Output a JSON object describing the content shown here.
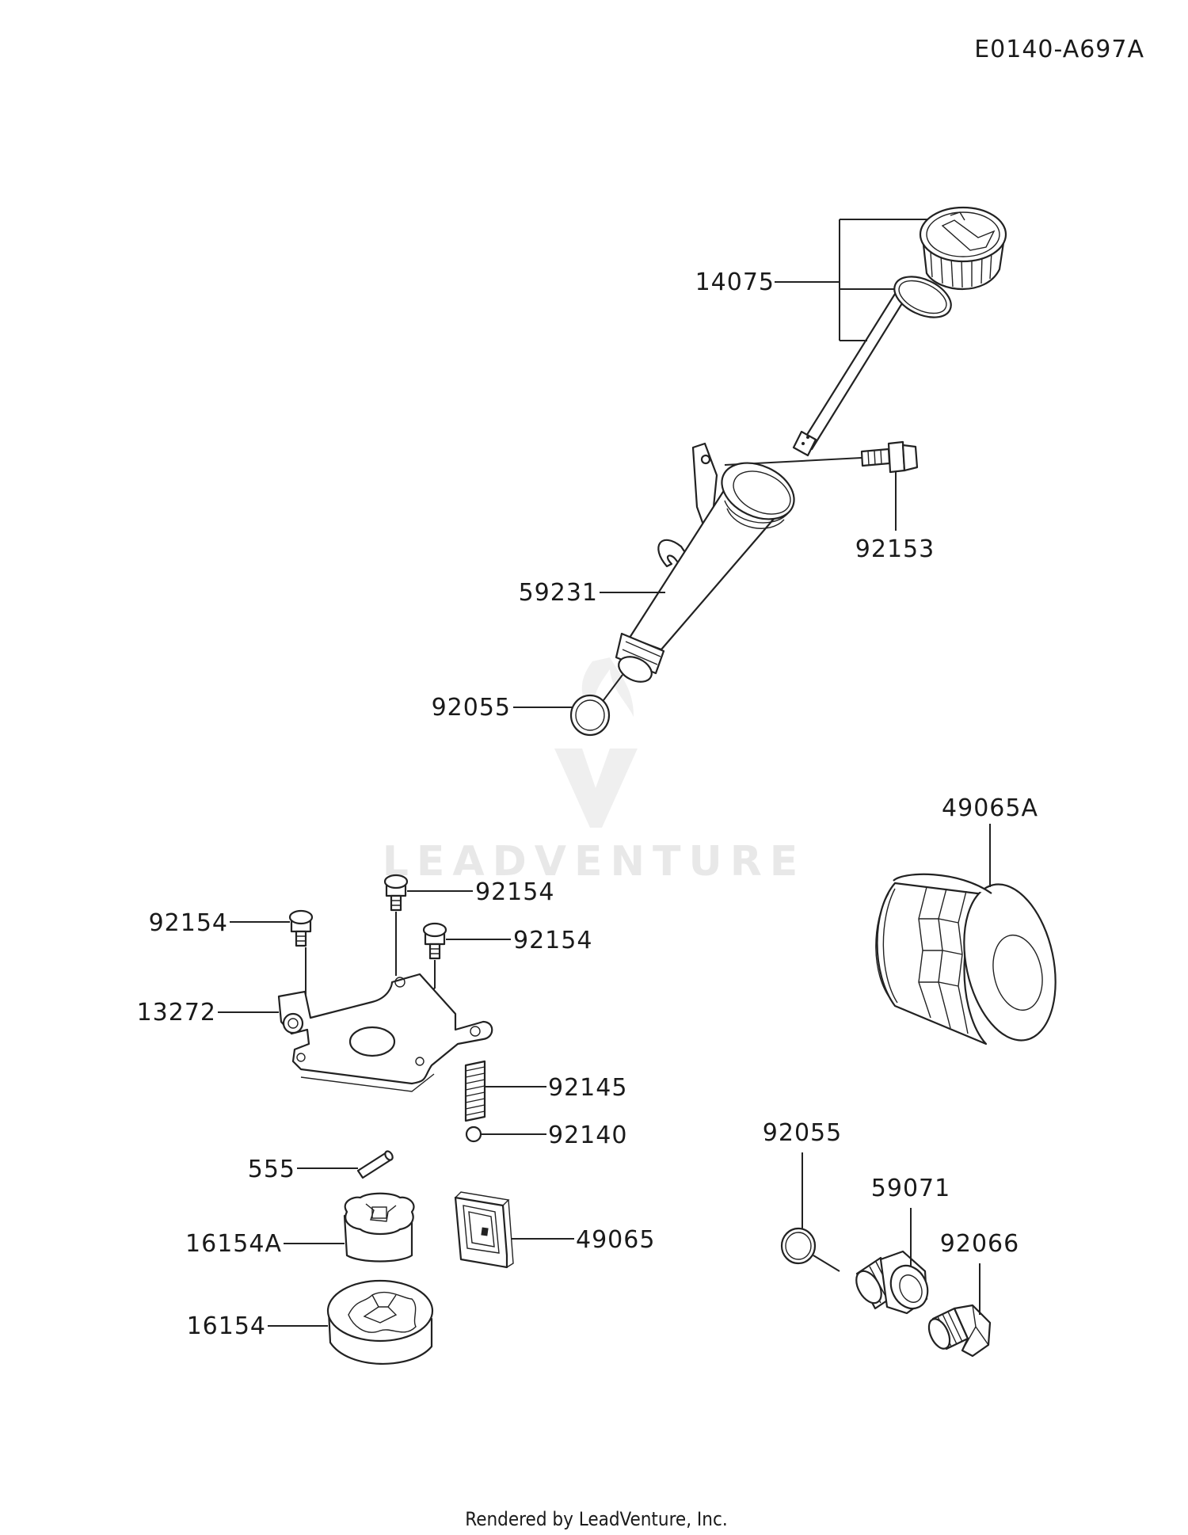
{
  "diagram_code": "E0140-A697A",
  "footer": "Rendered by LeadVenture, Inc.",
  "watermark": "LEADVENTURE",
  "parts": [
    {
      "id": "p14075",
      "label": "14075"
    },
    {
      "id": "p92153",
      "label": "92153"
    },
    {
      "id": "p59231",
      "label": "59231"
    },
    {
      "id": "p92055a",
      "label": "92055"
    },
    {
      "id": "p49065a",
      "label": "49065A"
    },
    {
      "id": "p92154a",
      "label": "92154"
    },
    {
      "id": "p92154b",
      "label": "92154"
    },
    {
      "id": "p92154c",
      "label": "92154"
    },
    {
      "id": "p13272",
      "label": "13272"
    },
    {
      "id": "p92145",
      "label": "92145"
    },
    {
      "id": "p92140",
      "label": "92140"
    },
    {
      "id": "p555",
      "label": "555"
    },
    {
      "id": "p16154a",
      "label": "16154A"
    },
    {
      "id": "p49065",
      "label": "49065"
    },
    {
      "id": "p16154",
      "label": "16154"
    },
    {
      "id": "p92055b",
      "label": "92055"
    },
    {
      "id": "p59071",
      "label": "59071"
    },
    {
      "id": "p92066",
      "label": "92066"
    }
  ]
}
